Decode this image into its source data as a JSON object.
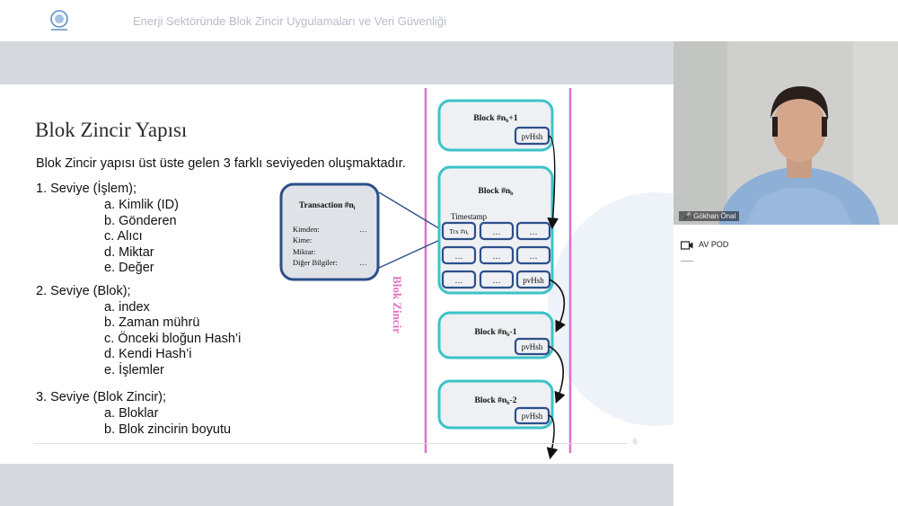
{
  "header": {
    "conference_title": "Enerji Sektöründe Blok Zincir Uygulamaları ve Veri Güvenliği"
  },
  "slide": {
    "title": "Blok Zincir Yapısı",
    "intro": "Blok Zincir yapısı üst üste gelen 3 farklı seviyeden oluşmaktadır.",
    "levels": [
      {
        "label": "1. Seviye (İşlem);",
        "items": [
          "a. Kimlik (ID)",
          "b. Gönderen",
          "c. Alıcı",
          "d. Miktar",
          "e. Değer"
        ]
      },
      {
        "label": "2. Seviye (Blok);",
        "items": [
          "a. index",
          "b. Zaman mührü",
          "c. Önceki bloğun Hash’i",
          "d. Kendi Hash’i",
          "e. İşlemler"
        ]
      },
      {
        "label": "3. Seviye (Blok Zincir);",
        "items": [
          "a. Bloklar",
          "b. Blok zincirin boyutu"
        ]
      }
    ],
    "page_number": "6"
  },
  "diagram": {
    "transaction": {
      "title": "Transaction #n",
      "title_sub": "i",
      "fields": [
        "Kimden:",
        "Kime:",
        "Miktar:",
        "Diğer Bilgiler:"
      ],
      "ellipsis": "…"
    },
    "blocks": {
      "top": {
        "label": "Block #n",
        "sub": "b",
        "suffix": "+1",
        "hash": "pvHsh"
      },
      "main": {
        "label": "Block #n",
        "sub": "b",
        "suffix": "",
        "timestamp": "Timestamp",
        "trx": "Trx #n",
        "trx_sub": "i",
        "ellipsis": "…",
        "hash": "pvHsh"
      },
      "prev1": {
        "label": "Block #n",
        "sub": "b",
        "suffix": "-1",
        "hash": "pvHsh"
      },
      "prev2": {
        "label": "Block #n",
        "sub": "b",
        "suffix": "-2",
        "hash": "pvHsh"
      }
    },
    "chain_label": "Blok Zincir",
    "colors": {
      "block_border": "#3cc3c8",
      "cell_border": "#2c4f8a",
      "chain_line": "#e36fc6",
      "chain_text": "#e36fc6",
      "tx_border": "#2c4f8a",
      "tx_fill": "#dfe2e7"
    }
  },
  "participant": {
    "name": "Gökhan Önal",
    "av_label": "AV POD"
  }
}
